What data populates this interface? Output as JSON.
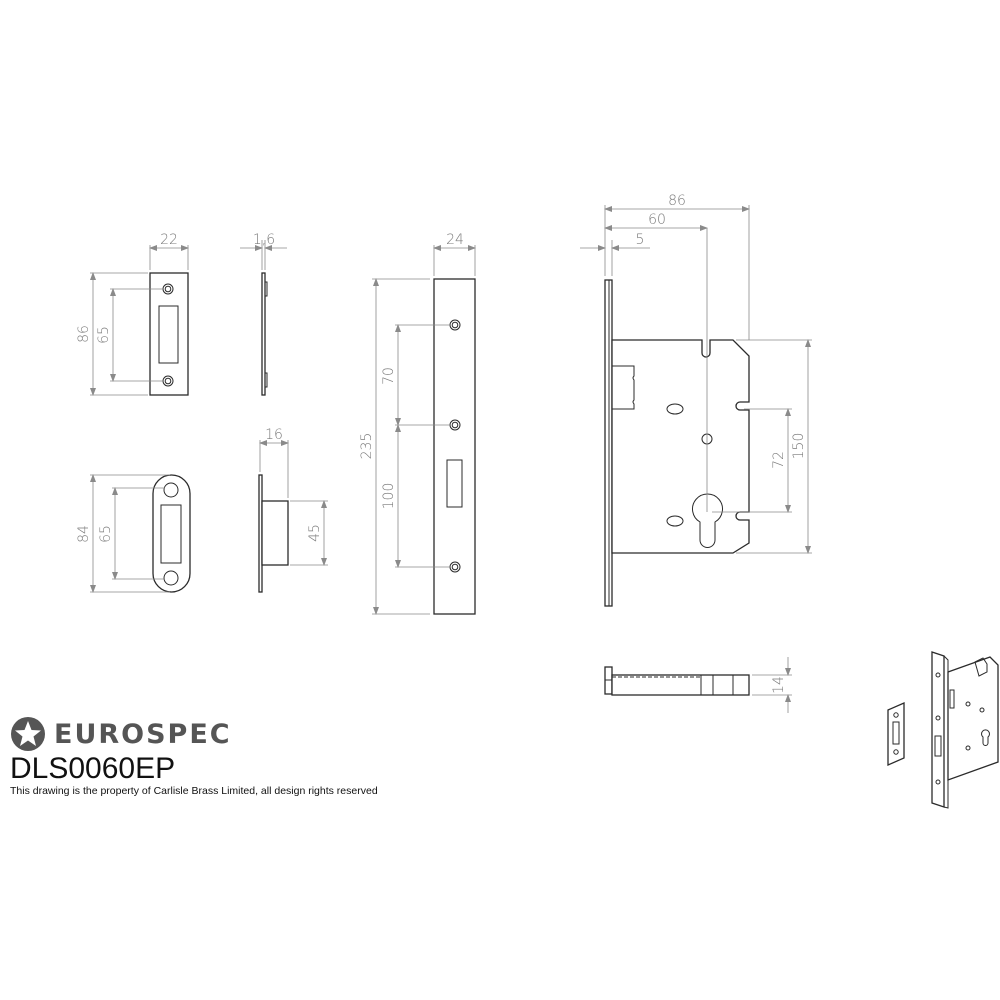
{
  "brand": {
    "name": "EUROSPEC",
    "logo_icon": "star-circle-icon",
    "product_code": "DLS0060EP",
    "rights_notice": "This drawing is the property of Carlisle Brass Limited, all design rights reserved"
  },
  "views": {
    "strike_plate_front": {
      "width": "22",
      "height": "86",
      "fixing_centres": "65"
    },
    "strike_plate_side": {
      "thickness": "1,6"
    },
    "radius_strike_front": {
      "height": "84",
      "fixing_centres": "65"
    },
    "radius_strike_side": {
      "depth": "16",
      "box_height": "45"
    },
    "forend_front": {
      "width": "24",
      "height": "235",
      "upper_centres": "70",
      "lower_centres": "100"
    },
    "lock_body_side": {
      "case_depth": "86",
      "backset": "60",
      "forend_thickness": "5",
      "centres": "72",
      "case_height": "150"
    },
    "lock_body_top": {
      "case_width": "14"
    }
  },
  "colors": {
    "line": "#2b2b2b",
    "dimension": "#8a8a8a",
    "brand_grey": "#555555"
  }
}
